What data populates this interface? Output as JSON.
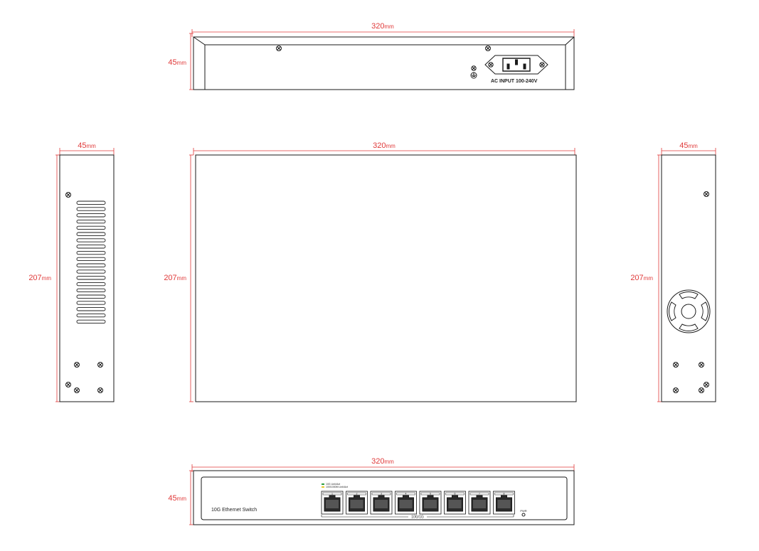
{
  "colors": {
    "dimension": "#e03a3a",
    "outline": "#1a1a1a",
    "led_green": "#2e9e3e",
    "led_yellow": "#e8c830",
    "background": "#ffffff"
  },
  "rear_view": {
    "width_dim": {
      "value": "320",
      "unit": "mm"
    },
    "height_dim": {
      "value": "45",
      "unit": "mm"
    },
    "power_label": "AC INPUT 100-240V",
    "ground_icon": "ground-symbol-icon"
  },
  "left_view": {
    "width_dim": {
      "value": "45",
      "unit": "mm"
    },
    "height_dim": {
      "value": "207",
      "unit": "mm"
    },
    "vent_slot_count": 20
  },
  "top_view": {
    "width_dim": {
      "value": "320",
      "unit": "mm"
    },
    "height_dim": {
      "value": "207",
      "unit": "mm"
    }
  },
  "right_view": {
    "width_dim": {
      "value": "45",
      "unit": "mm"
    },
    "height_dim": {
      "value": "207",
      "unit": "mm"
    },
    "fan_icon": "fan-grille-icon"
  },
  "front_view": {
    "width_dim": {
      "value": "320",
      "unit": "mm"
    },
    "height_dim": {
      "value": "45",
      "unit": "mm"
    },
    "product_name": "10G Ethernet Switch",
    "led_legend": [
      {
        "color": "#2e9e3e",
        "text": "10G Link/Act"
      },
      {
        "color": "#e8c830",
        "text": "100/1000M Link/Act"
      }
    ],
    "port_group_label": "10G/1G",
    "port_numbers": [
      "1",
      "2",
      "3",
      "4",
      "5",
      "6",
      "7",
      "8"
    ],
    "pwr_label": "PWR"
  }
}
